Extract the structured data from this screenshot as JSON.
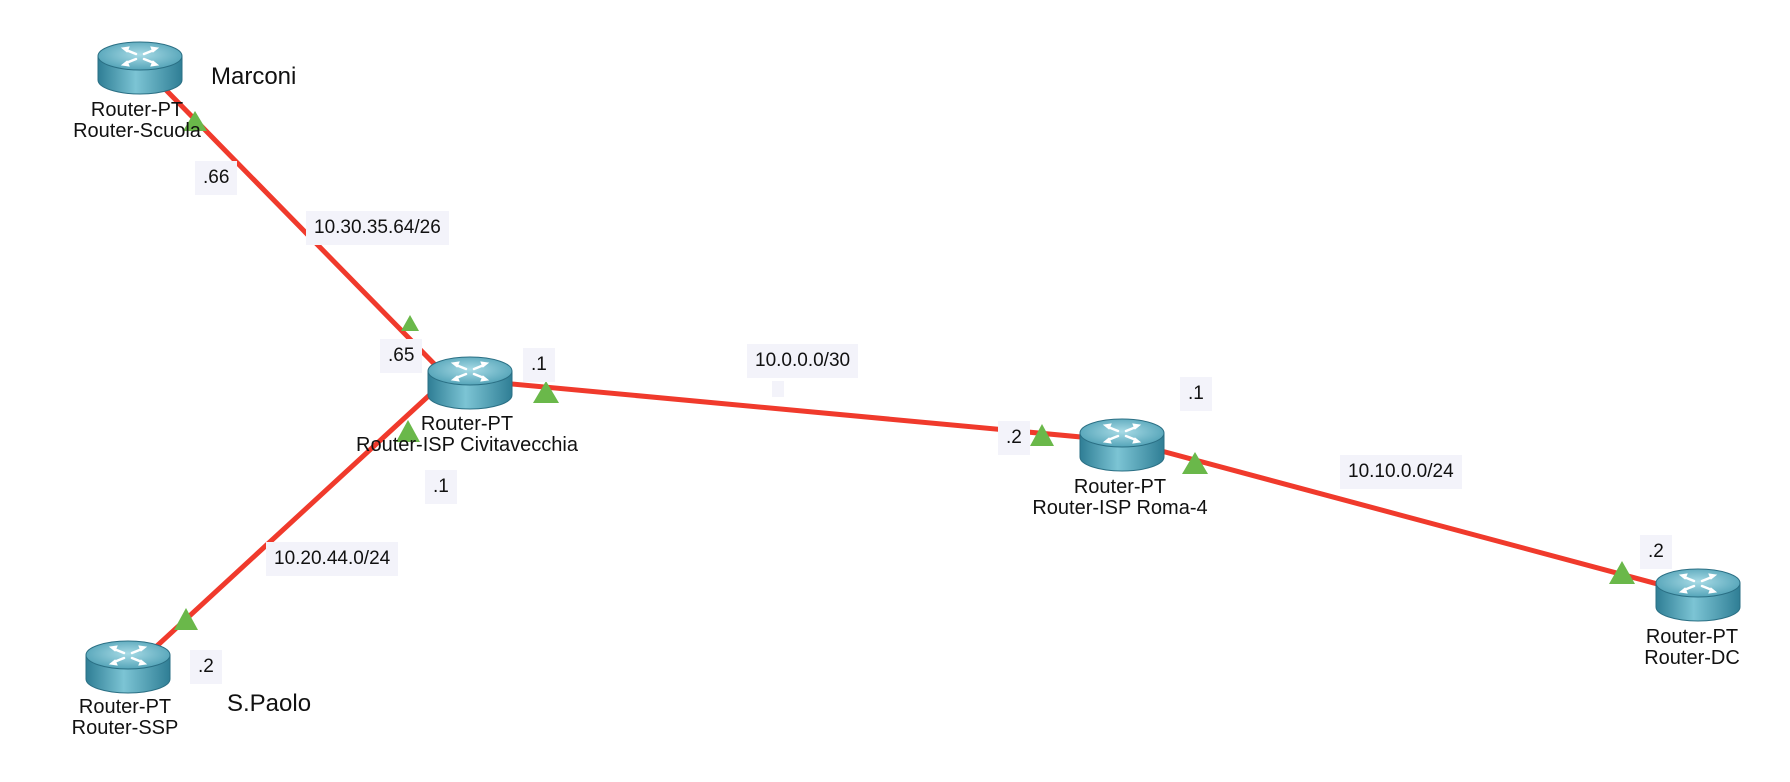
{
  "devices": [
    {
      "id": "scuola",
      "model": "Router-PT",
      "name": "Router-Scuola"
    },
    {
      "id": "civ",
      "model": "Router-PT",
      "name": "Router-ISP Civitavecchia"
    },
    {
      "id": "ssp",
      "model": "Router-PT",
      "name": "Router-SSP"
    },
    {
      "id": "roma",
      "model": "Router-PT",
      "name": "Router-ISP Roma-4"
    },
    {
      "id": "dc",
      "model": "Router-PT",
      "name": "Router-DC"
    }
  ],
  "notes": {
    "marconi": "Marconi",
    "spaolo": "S.Paolo"
  },
  "network_labels": {
    "scuola_civ": "10.30.35.64/26",
    "civ_ssp": "10.20.44.0/24",
    "civ_roma": "10.0.0.0/30",
    "roma_dc": "10.10.0.0/24"
  },
  "interface_labels": {
    "scuola": ".66",
    "civ_to_scuola": ".65",
    "civ_to_roma": ".1",
    "civ_to_ssp": ".1",
    "ssp": ".2",
    "roma_to_civ": ".2",
    "roma_to_dc": ".1",
    "dc": ".2"
  },
  "colors": {
    "link": "#f03a2c",
    "link_status_up": "#6ab84a",
    "label_bg": "#f3f3fa",
    "router_body": "#5aa9bd"
  },
  "link_status": "up"
}
